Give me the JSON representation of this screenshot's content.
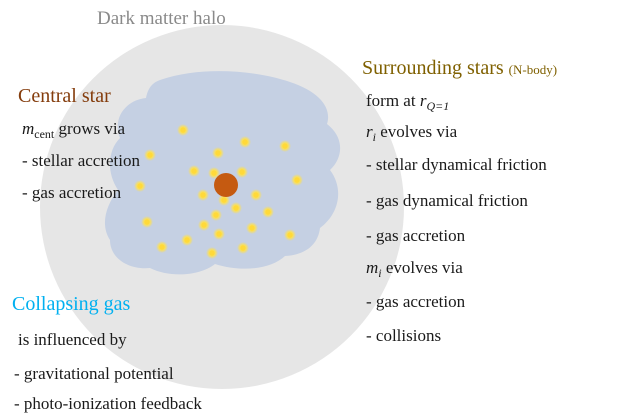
{
  "diagram": {
    "halo_label": "Dark matter halo",
    "central": {
      "title": "Central star",
      "mass_symbol": "m",
      "mass_subscript": "cent",
      "grows_text": " grows via",
      "items": [
        "- stellar accretion",
        "- gas accretion"
      ]
    },
    "surrounding": {
      "title": "Surrounding stars",
      "title_note": "(N-body)",
      "form_text": "form at ",
      "form_symbol": "r",
      "form_subscript": "Q=1",
      "radius_symbol": "r",
      "radius_subscript": "i",
      "radius_text": " evolves via",
      "radius_items": [
        "- stellar dynamical friction",
        "- gas dynamical friction",
        "- gas accretion"
      ],
      "mass_symbol": "m",
      "mass_subscript": "i",
      "mass_text": " evolves via",
      "mass_items": [
        "- gas accretion",
        "- collisions"
      ]
    },
    "gas": {
      "title": "Collapsing gas",
      "intro": "is influenced by",
      "items": [
        "- gravitational potential",
        "- photo-ionization feedback"
      ]
    },
    "colors": {
      "halo": "#e6e6e6",
      "gas_cloud": "#c5d0e3",
      "central_star": "#c55a11",
      "small_star": "#ffe14d",
      "central_title": "#843c0c",
      "surrounding_title": "#7f6000",
      "gas_title": "#00b0f0"
    }
  }
}
